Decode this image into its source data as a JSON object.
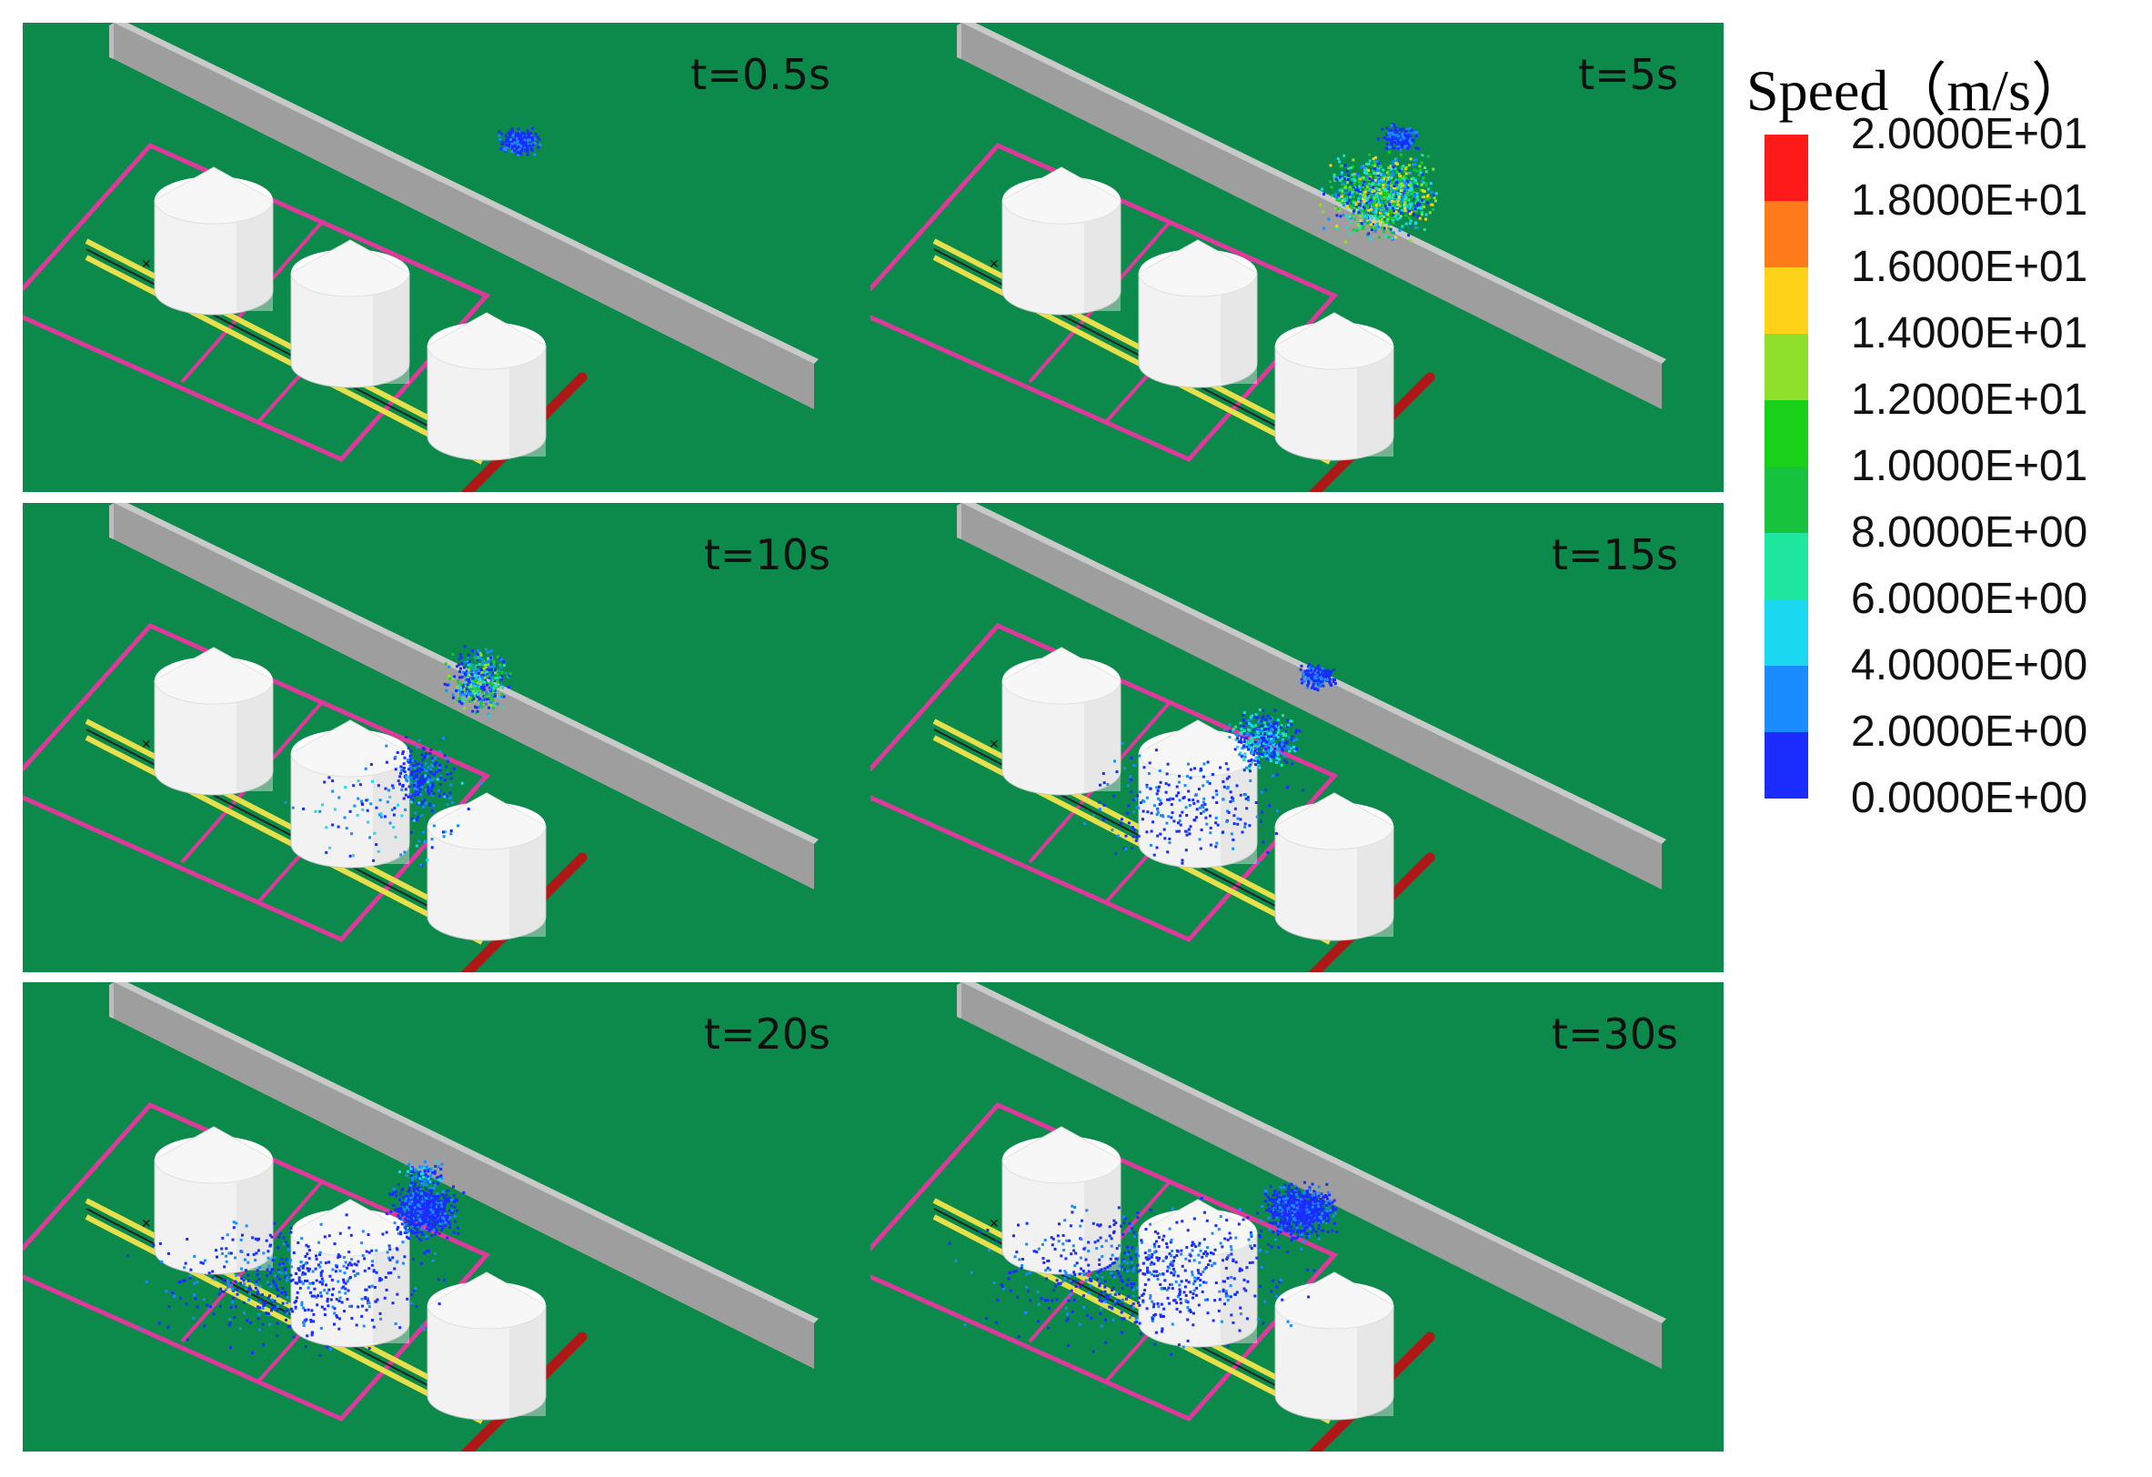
{
  "panels": [
    {
      "time": "t=0.5s",
      "stage": 0
    },
    {
      "time": "t=5s",
      "stage": 1
    },
    {
      "time": "t=10s",
      "stage": 2
    },
    {
      "time": "t=15s",
      "stage": 3
    },
    {
      "time": "t=20s",
      "stage": 4
    },
    {
      "time": "t=30s",
      "stage": 5
    }
  ],
  "legend": {
    "title": "Speed（m/s）",
    "labels": [
      "2.0000E+01",
      "1.8000E+01",
      "1.6000E+01",
      "1.4000E+01",
      "1.2000E+01",
      "1.0000E+01",
      "8.0000E+00",
      "6.0000E+00",
      "4.0000E+00",
      "2.0000E+00",
      "0.0000E+00"
    ],
    "colors": [
      "#ff1a1a",
      "#ff7a1a",
      "#ffd21a",
      "#8ee02a",
      "#19d119",
      "#17c23d",
      "#1ee8a0",
      "#1ad9f0",
      "#1a8cff",
      "#1a2cff"
    ]
  },
  "colors": {
    "ground": "#0b8a4c",
    "wall_top": "#c9c9c9",
    "wall_side": "#9e9e9e",
    "tank": "#f2f2f2",
    "boundary": "#e0389c",
    "rail": "#e8e04a",
    "pipe": "#b01818"
  }
}
